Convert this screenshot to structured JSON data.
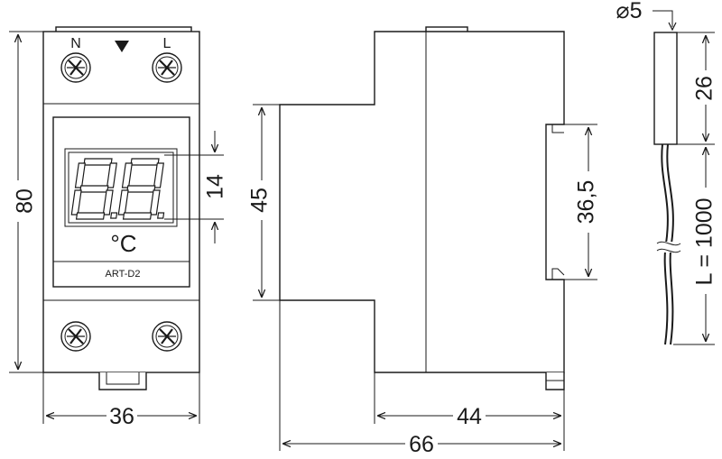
{
  "front_view": {
    "terminal_left_label": "N",
    "terminal_right_label": "L",
    "display_reading": "8.8.",
    "unit_label": "°C",
    "model_label": "ART-D2",
    "dim_width": "36",
    "dim_height": "80",
    "dim_display_height": "14"
  },
  "side_view": {
    "dim_height_45": "45",
    "dim_rail_36_5": "36,5",
    "dim_depth_44": "44",
    "dim_depth_66": "66"
  },
  "sensor_view": {
    "dim_diameter": "⌀5",
    "dim_length_26": "26",
    "dim_cable": "L = 1000"
  }
}
